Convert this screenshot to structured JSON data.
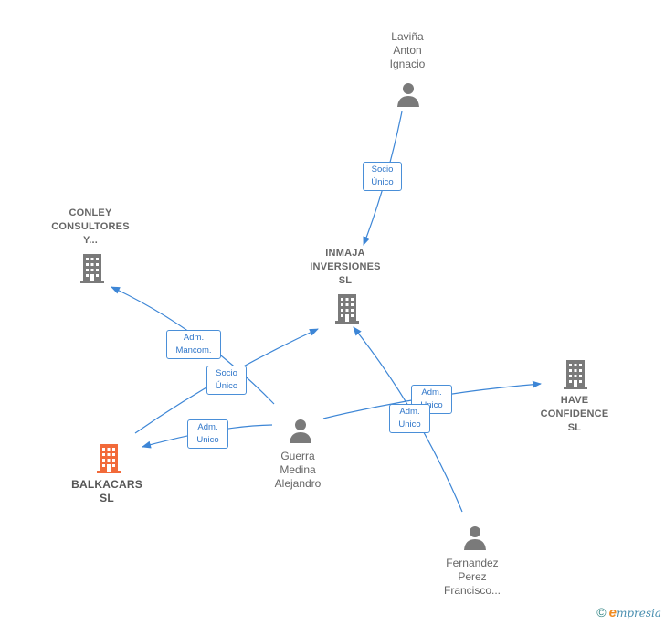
{
  "nodes": {
    "lavina": {
      "lines": [
        "Laviña",
        "Anton",
        "Ignacio"
      ],
      "kind": "person"
    },
    "conley": {
      "lines": [
        "CONLEY",
        "CONSULTORES",
        "Y..."
      ],
      "kind": "company"
    },
    "inmaja": {
      "lines": [
        "INMAJA",
        "INVERSIONES",
        "SL"
      ],
      "kind": "company"
    },
    "have": {
      "lines": [
        "HAVE",
        "CONFIDENCE",
        "SL"
      ],
      "kind": "company"
    },
    "balkacars": {
      "lines": [
        "BALKACARS",
        "SL"
      ],
      "kind": "company-focus"
    },
    "guerra": {
      "lines": [
        "Guerra",
        "Medina",
        "Alejandro"
      ],
      "kind": "person"
    },
    "fernandez": {
      "lines": [
        "Fernandez",
        "Perez",
        "Francisco..."
      ],
      "kind": "person"
    }
  },
  "edge_labels": {
    "lavina_inmaja": [
      "Socio",
      "Único"
    ],
    "guerra_conley": [
      "Adm.",
      "Mancom."
    ],
    "guerra_inmaja": [
      "Socio",
      "Único"
    ],
    "guerra_balkacars": [
      "Adm.",
      "Unico"
    ],
    "guerra_have": [
      "Adm.",
      "Unico"
    ],
    "fernandez_inmaja": [
      "Adm.",
      "Unico"
    ]
  },
  "colors": {
    "edge": "#3d86d6",
    "icon_gray": "#7a7a7a",
    "icon_focus": "#f26a3a"
  },
  "footer": {
    "copyright": "©",
    "brand_initial": "e",
    "brand_rest": "mpresia"
  }
}
